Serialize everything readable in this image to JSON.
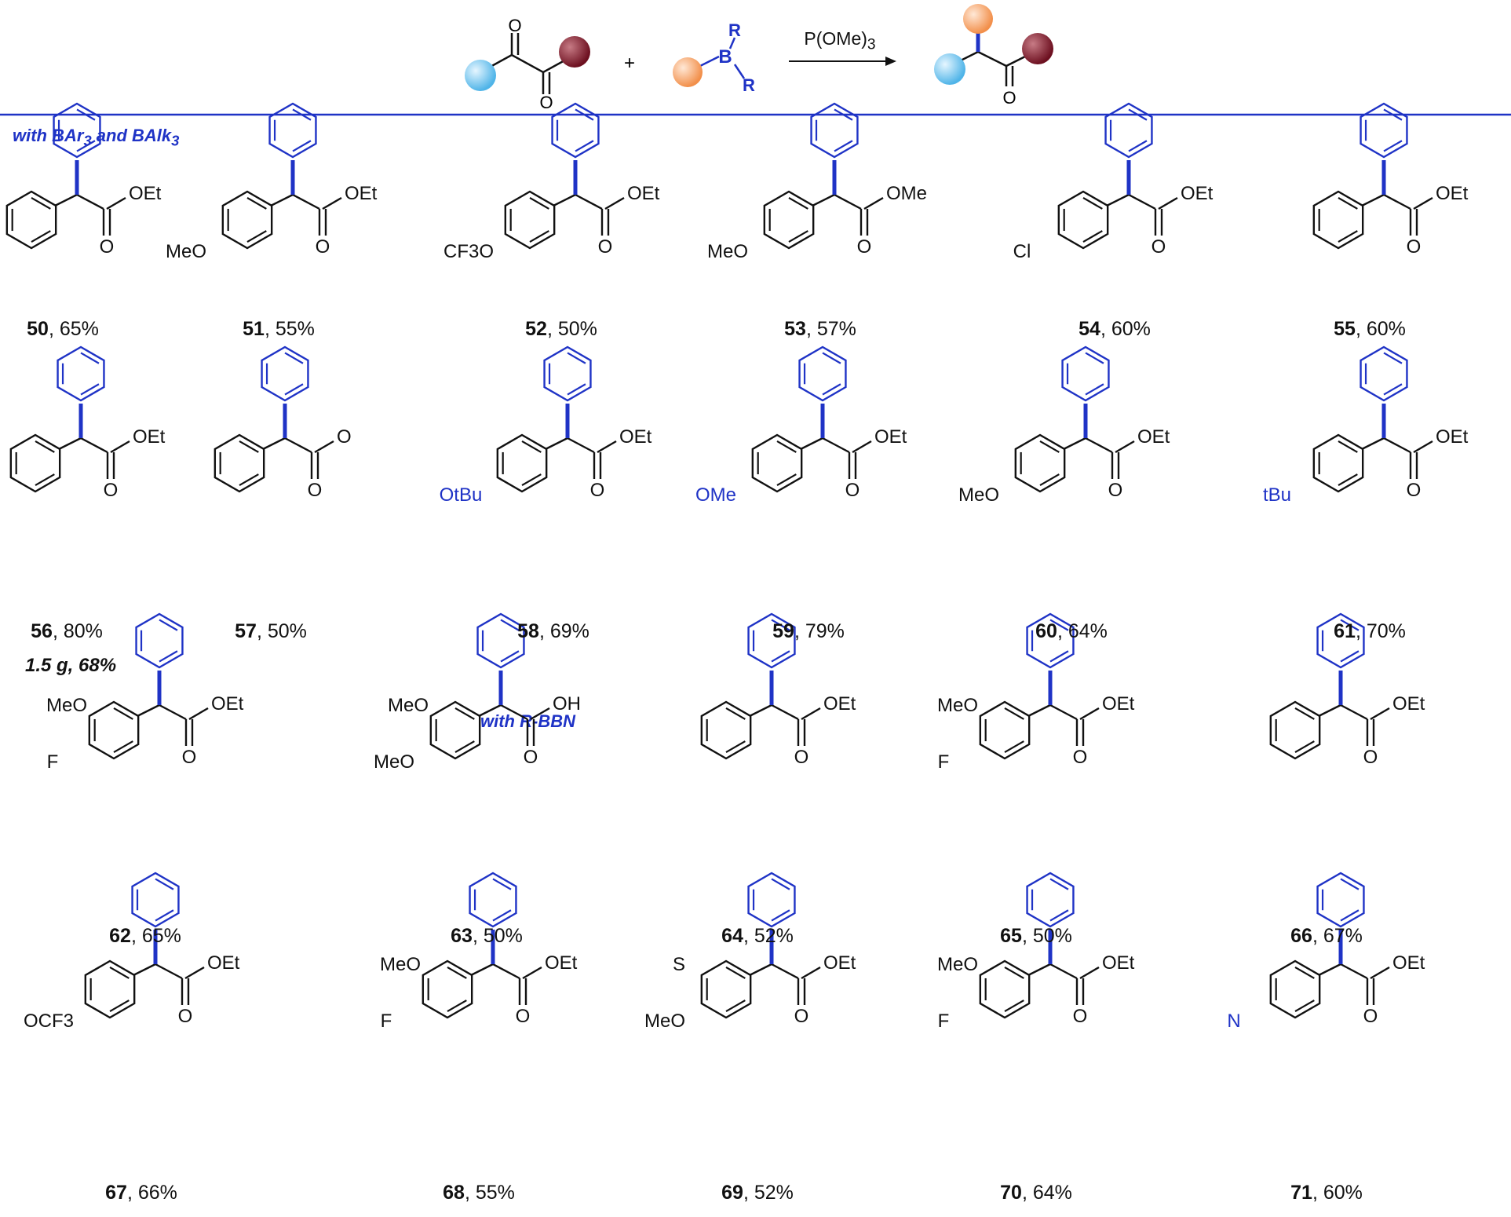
{
  "scheme": {
    "reagent": "P(OMe)3",
    "boron_label": "B",
    "boron_subst_1": "R",
    "boron_subst_2": "R",
    "plus": "+",
    "carbonyl_o": "O",
    "colors": {
      "sphere_blue": "#6ec6ef",
      "sphere_orange": "#f7a86f",
      "sphere_maroon": "#8a1d2c",
      "bond_blue": "#1f33c6"
    }
  },
  "sections": {
    "with_b": "with BAr3 and BAlk3",
    "with_bbn": "with R-BBN"
  },
  "scale_note": "1.5 g, 68%",
  "compounds": [
    {
      "id": "50",
      "yield": "65%",
      "subst": [
        "OEt"
      ]
    },
    {
      "id": "51",
      "yield": "55%",
      "subst": [
        "OEt",
        "MeO"
      ]
    },
    {
      "id": "52",
      "yield": "50%",
      "subst": [
        "OEt",
        "CF3O"
      ]
    },
    {
      "id": "53",
      "yield": "57%",
      "subst": [
        "OMe",
        "MeO"
      ]
    },
    {
      "id": "54",
      "yield": "60%",
      "subst": [
        "OEt",
        "Cl"
      ]
    },
    {
      "id": "55",
      "yield": "60%",
      "subst": [
        "OEt"
      ]
    },
    {
      "id": "56",
      "yield": "80%",
      "subst": [
        "OEt"
      ]
    },
    {
      "id": "57",
      "yield": "50%",
      "subst": [
        "O"
      ]
    },
    {
      "id": "58",
      "yield": "69%",
      "subst": [
        "OEt",
        "OtBu"
      ]
    },
    {
      "id": "59",
      "yield": "79%",
      "subst": [
        "OEt",
        "OMe"
      ]
    },
    {
      "id": "60",
      "yield": "64%",
      "subst": [
        "OEt",
        "MeO"
      ]
    },
    {
      "id": "61",
      "yield": "70%",
      "subst": [
        "OEt",
        "tBu"
      ]
    },
    {
      "id": "62",
      "yield": "65%",
      "subst": [
        "OEt",
        "F",
        "MeO"
      ]
    },
    {
      "id": "63",
      "yield": "50%",
      "subst": [
        "OH",
        "MeO",
        "MeO"
      ]
    },
    {
      "id": "64",
      "yield": "52%",
      "subst": [
        "OEt"
      ]
    },
    {
      "id": "65",
      "yield": "50%",
      "subst": [
        "OEt",
        "F",
        "MeO"
      ]
    },
    {
      "id": "66",
      "yield": "67%",
      "subst": [
        "OEt"
      ]
    },
    {
      "id": "67",
      "yield": "66%",
      "subst": [
        "OEt",
        "OCF3"
      ]
    },
    {
      "id": "68",
      "yield": "55%",
      "subst": [
        "OEt",
        "F",
        "MeO"
      ]
    },
    {
      "id": "69",
      "yield": "52%",
      "subst": [
        "OEt",
        "MeO",
        "S"
      ]
    },
    {
      "id": "70",
      "yield": "64%",
      "subst": [
        "OEt",
        "F",
        "MeO"
      ]
    },
    {
      "id": "71",
      "yield": "60%",
      "subst": [
        "OEt",
        "N"
      ]
    }
  ]
}
